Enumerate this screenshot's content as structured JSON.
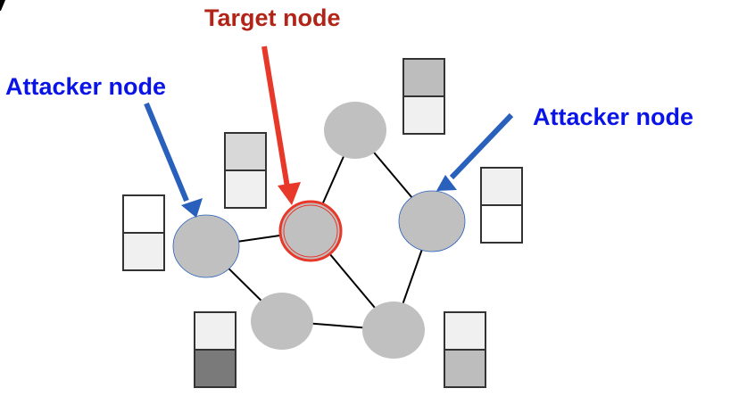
{
  "labels": {
    "target": "Target node",
    "attacker_left": "Attacker node",
    "attacker_right": "Attacker node"
  },
  "colors": {
    "target_text": "#b22418",
    "target_arrow": "#e8382a",
    "attacker_text": "#0a14e6",
    "attacker_arrow": "#2860bb",
    "node_fill": "#c0c0c0",
    "edge": "#000000"
  },
  "nodes": [
    {
      "id": "left",
      "role": "attacker"
    },
    {
      "id": "target",
      "role": "target"
    },
    {
      "id": "top",
      "role": "normal"
    },
    {
      "id": "right",
      "role": "attacker"
    },
    {
      "id": "bottom-mid",
      "role": "normal"
    },
    {
      "id": "bottom-right",
      "role": "normal"
    }
  ],
  "edges": [
    [
      "left",
      "target"
    ],
    [
      "left",
      "bottom-mid"
    ],
    [
      "target",
      "top"
    ],
    [
      "target",
      "bottom-right"
    ],
    [
      "top",
      "right"
    ],
    [
      "right",
      "bottom-right"
    ],
    [
      "bottom-mid",
      "bottom-right"
    ]
  ],
  "feature_boxes": [
    {
      "node": "left",
      "top_fill": "#ffffff",
      "bottom_fill": "#f0f0f0"
    },
    {
      "node": "target",
      "top_fill": "#d8d8d8",
      "bottom_fill": "#f0f0f0"
    },
    {
      "node": "top",
      "top_fill": "#bdbdbd",
      "bottom_fill": "#f0f0f0"
    },
    {
      "node": "right",
      "top_fill": "#f0f0f0",
      "bottom_fill": "#ffffff"
    },
    {
      "node": "bottom-mid",
      "top_fill": "#f0f0f0",
      "bottom_fill": "#7a7a7a"
    },
    {
      "node": "bottom-right",
      "top_fill": "#f0f0f0",
      "bottom_fill": "#bdbdbd"
    }
  ]
}
